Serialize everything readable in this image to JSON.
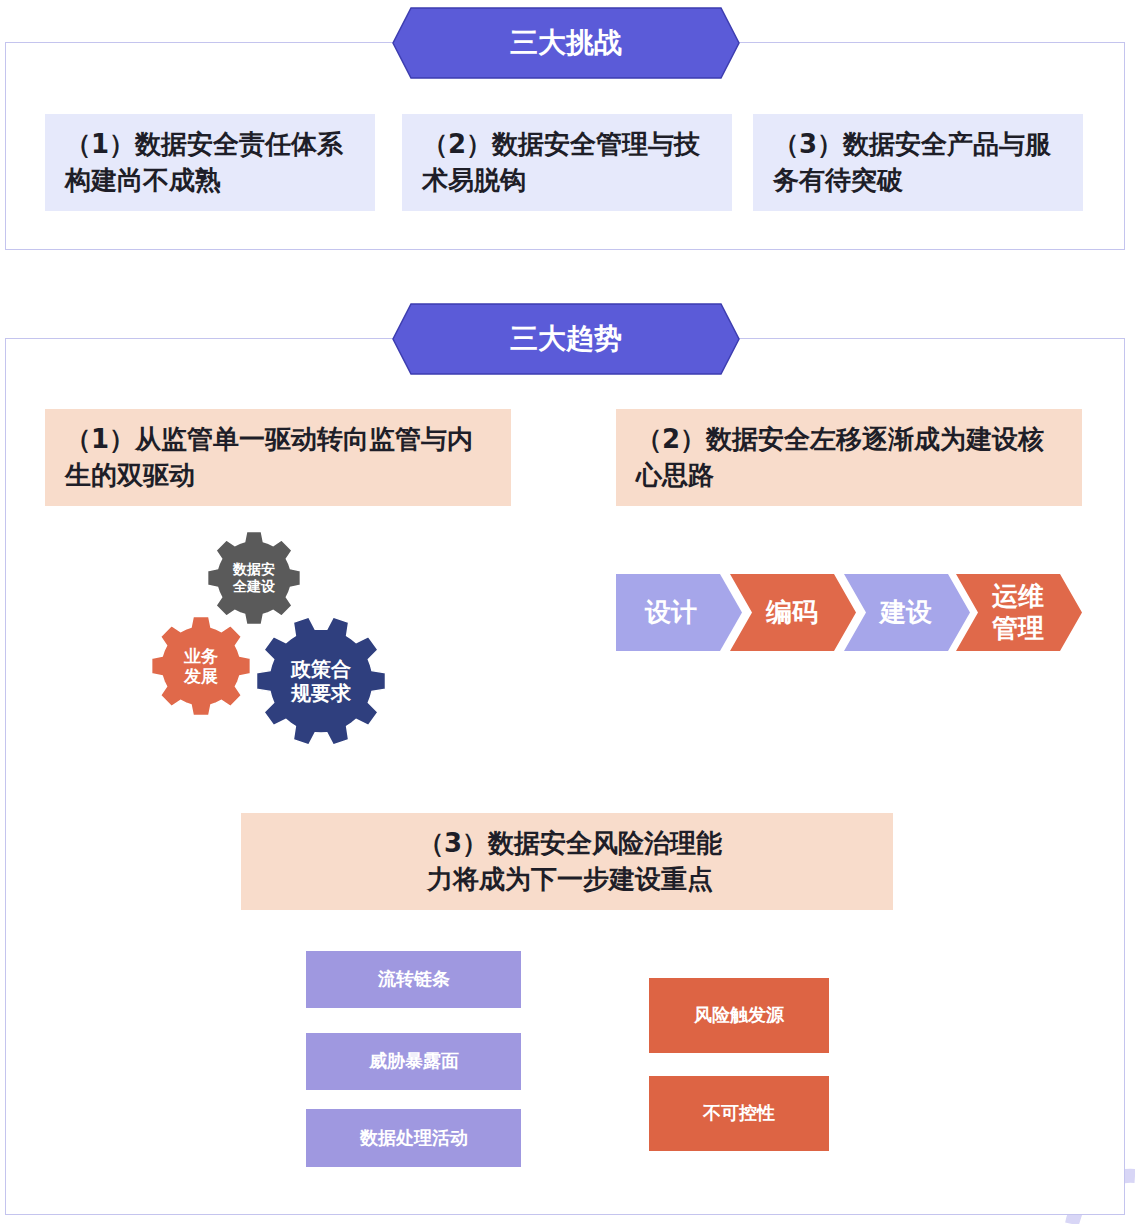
{
  "diagram": {
    "nodes": [
      {
        "text": [
          "三大挑战"
        ]
      },
      {
        "text": [
          "（1）数据安全责任体系构建尚不成熟"
        ],
        "in": 0
      },
      {
        "text": [
          "（2）数据安全管理与技术易脱钩"
        ],
        "in": 0
      },
      {
        "text": [
          "（3）数据安全产品与服务有待突破"
        ],
        "in": 0
      },
      {
        "text": [
          "三大趋势"
        ]
      },
      {
        "text": [
          "（1）从监管单一驱动转向监管与内生的双驱动"
        ],
        "in": 4
      },
      {
        "text": [
          "（2）数据安全左移逐渐成为建设核心思路"
        ],
        "in": 4
      },
      {
        "text": [
          "数据安全建设"
        ],
        "in": 4
      },
      {
        "text": [
          "业务发展"
        ],
        "in": 4
      },
      {
        "text": [
          "政策合规要求"
        ],
        "in": 4
      },
      {
        "text": [
          "设计"
        ],
        "in": 4
      },
      {
        "text": [
          "编码"
        ],
        "in": 4
      },
      {
        "text": [
          "建设"
        ],
        "in": 4
      },
      {
        "text": [
          "运维管理"
        ],
        "in": 4
      },
      {
        "text": [
          "（3）数据安全风险治理能力将成为下一步建设重点"
        ],
        "in": 4
      },
      {
        "text": [
          "流转链条"
        ],
        "in": 4
      },
      {
        "text": [
          "威胁暴露面"
        ],
        "in": 4
      },
      {
        "text": [
          "数据处理活动"
        ],
        "in": 4
      },
      {
        "text": [
          "风险触发源"
        ],
        "in": 4
      },
      {
        "text": [
          "不可控性"
        ],
        "in": 4
      }
    ]
  }
}
